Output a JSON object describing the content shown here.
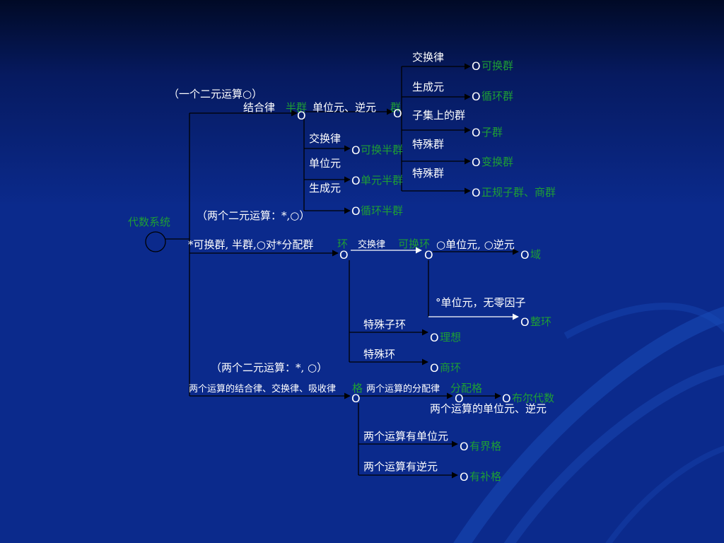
{
  "root": "代数系统",
  "semigroup_branch": {
    "note": "（一个二元运算○）",
    "associative": "结合律",
    "semigroup": "半群",
    "identity_inverse": "单位元、逆元",
    "group": "群",
    "commutative": "交换律",
    "commutative_semigroup": "可换半群",
    "identity": "单位元",
    "monoid": "单元半群",
    "generator": "生成元",
    "cyclic_semigroup": "循环半群"
  },
  "group_branch": {
    "commutative": "交换律",
    "abelian_group": "可换群",
    "generator": "生成元",
    "cyclic_group": "循环群",
    "subset_group": "子集上的群",
    "subgroup": "子群",
    "special_group_1": "特殊群",
    "transformation_group": "变换群",
    "special_group_2": "特殊群",
    "normal_quotient": "正规子群、商群"
  },
  "ring_branch": {
    "note": "（两个二元运算：*,○）",
    "conditions": "*可换群, 半群,○对*分配群",
    "ring": "环",
    "commutative": "交换律",
    "commutative_ring": "可换环",
    "identity_inverse": "○单位元, ○逆元",
    "field": "域",
    "identity_no_zero_divisor": "°单位元，无零因子",
    "integral_domain": "整环",
    "special_subring": "特殊子环",
    "ideal": "理想",
    "special_ring": "特殊环",
    "quotient_ring": "商环"
  },
  "lattice_branch": {
    "note": "（两个二元运算：*, ○）",
    "conditions": "两个运算的结合律、交换律、吸收律",
    "lattice": "格",
    "distributive": "两个运算的分配律",
    "distributive_lattice": "分配格",
    "boolean_algebra": "布尔代数",
    "identity_inverse": "两个运算的单位元、逆元",
    "has_identity": "两个运算有单位元",
    "bounded_lattice": "有界格",
    "has_inverse": "两个运算有逆元",
    "complemented_lattice": "有补格"
  },
  "node_symbol": "O",
  "colors": {
    "background": "#0b2a8c",
    "text": "#ffffff",
    "concept": "#1e9e35",
    "line": "#000000",
    "arrow_highlight": "#ffffff"
  }
}
